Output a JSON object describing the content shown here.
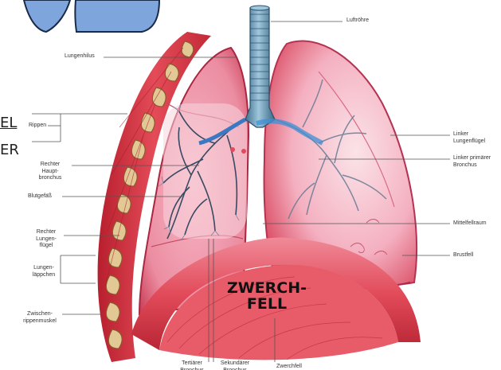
{
  "labels": {
    "luftroehre": "Luftröhre",
    "lungenhilus": "Lungenhilus",
    "rippen": "Rippen",
    "rechter_hauptbronchus": "Rechter\nHaupt-\nbronchus",
    "blutgefaess": "Blutgefäß",
    "rechter_lungenfluegel": "Rechter\nLungen-\nflügel",
    "lungenlaeppchen": "Lungen-\nläppchen",
    "zwischenrippenmuskel": "Zwischen-\nrippenmuskel",
    "tertiaerer_bronchus": "Tertiärer\nBronchus",
    "sekundaerer_bronchus": "Sekundärer\nBronchus",
    "zwerchfell_small": "Zwerchfell",
    "linker_lungenfluegel": "Linker\nLungenflügel",
    "linker_primaerer_bronchus": "Linker primärer\nBronchus",
    "mittelfellraum": "Mittelfellraum",
    "brustfell": "Brustfell"
  },
  "overlay": {
    "zwerchfell_big": "ZWERCH-\nFELL"
  },
  "cropped_text": {
    "fragment_1": "EL",
    "fragment_2": "ER"
  },
  "colors": {
    "lung_pink": "#f2a3b4",
    "muscle_red": "#d8313f",
    "trachea_blue": "#6fa3c1",
    "rib_tan": "#d9bf8e",
    "person_blue": "#7ea6dc"
  }
}
